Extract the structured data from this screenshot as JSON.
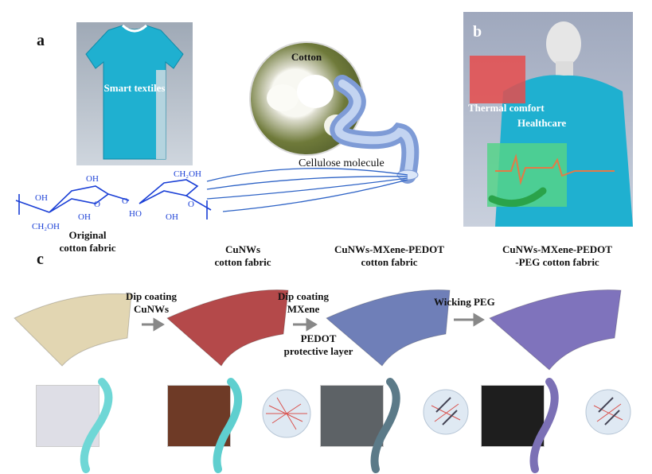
{
  "panels": {
    "a": "a",
    "b": "b",
    "c": "c"
  },
  "panel_a": {
    "shirt_label": "Smart textiles",
    "cotton_label": "Cotton",
    "molecule_label": "Cellulose molecule",
    "formula": {
      "oh_top_left": "OH",
      "ch2oh_top_right": "CH₂OH",
      "oh_left": "OH",
      "ch2oh_bottom_left": "CH₂OH",
      "oh_bottom_right": "OH",
      "ho_right": "HO",
      "oh_right": "OH",
      "o_ring1": "O",
      "o_link": "O",
      "o_ring2": "O"
    }
  },
  "panel_b": {
    "thermal_label": "Thermal comfort",
    "health_label": "Healthcare"
  },
  "panel_c": {
    "fabrics": [
      {
        "title_line1": "Original",
        "title_line2": "cotton fabric",
        "color": "#e2d6b2"
      },
      {
        "title_line1": "CuNWs",
        "title_line2": "cotton fabric",
        "color": "#b4494a"
      },
      {
        "title_line1": "CuNWs-MXene-PEDOT",
        "title_line2": "cotton fabric",
        "color": "#6f7fb8"
      },
      {
        "title_line1": "CuNWs-MXene-PEDOT",
        "title_line2": "-PEG cotton fabric",
        "color": "#7f73bc"
      }
    ],
    "steps": [
      {
        "line1": "Dip coating",
        "line2": "CuNWs"
      },
      {
        "line1": "Dip coating",
        "line2": "MXene"
      },
      {
        "line1": "Wicking PEG",
        "line2": ""
      }
    ],
    "protective_line1": "PEDOT",
    "protective_line2": "protective layer",
    "swatch_colors": [
      "#dedee6",
      "#6e3a26",
      "#5d6266",
      "#1e1e1e"
    ],
    "fiber_colors": [
      "#6fd7d6",
      "#5fcfcf",
      "#5b7a88",
      "#7b70b5"
    ]
  }
}
